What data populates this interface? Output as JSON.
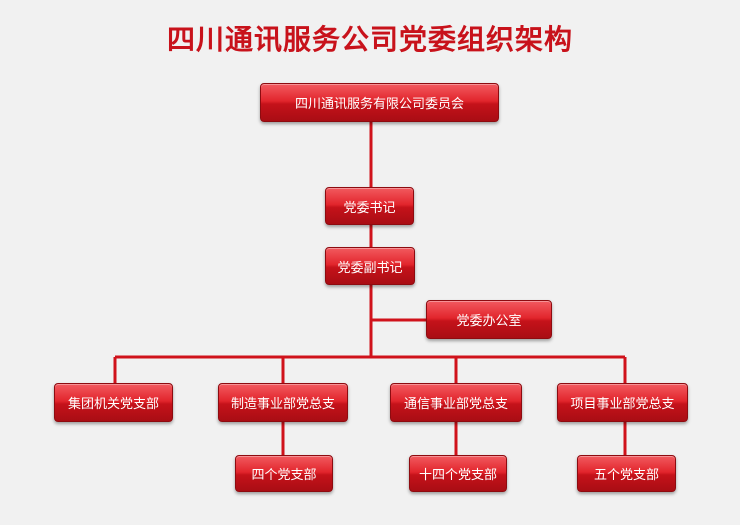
{
  "title": "四川通讯服务公司党委组织架构",
  "nodes": {
    "committee": "四川通讯服务有限公司委员会",
    "secretary": "党委书记",
    "deputy_secretary": "党委副书记",
    "office": "党委办公室",
    "org_branch": "集团机关党支部",
    "manufacturing_general_branch": "制造事业部党总支",
    "manufacturing_sub": "四个党支部",
    "communication_general_branch": "通信事业部党总支",
    "communication_sub": "十四个党支部",
    "project_general_branch": "项目事业部党总支",
    "project_sub": "五个党支部"
  },
  "colors": {
    "accent": "#c8121b",
    "node": "#d51d24",
    "line": "#d0121b",
    "background": "#f1f1f1"
  }
}
